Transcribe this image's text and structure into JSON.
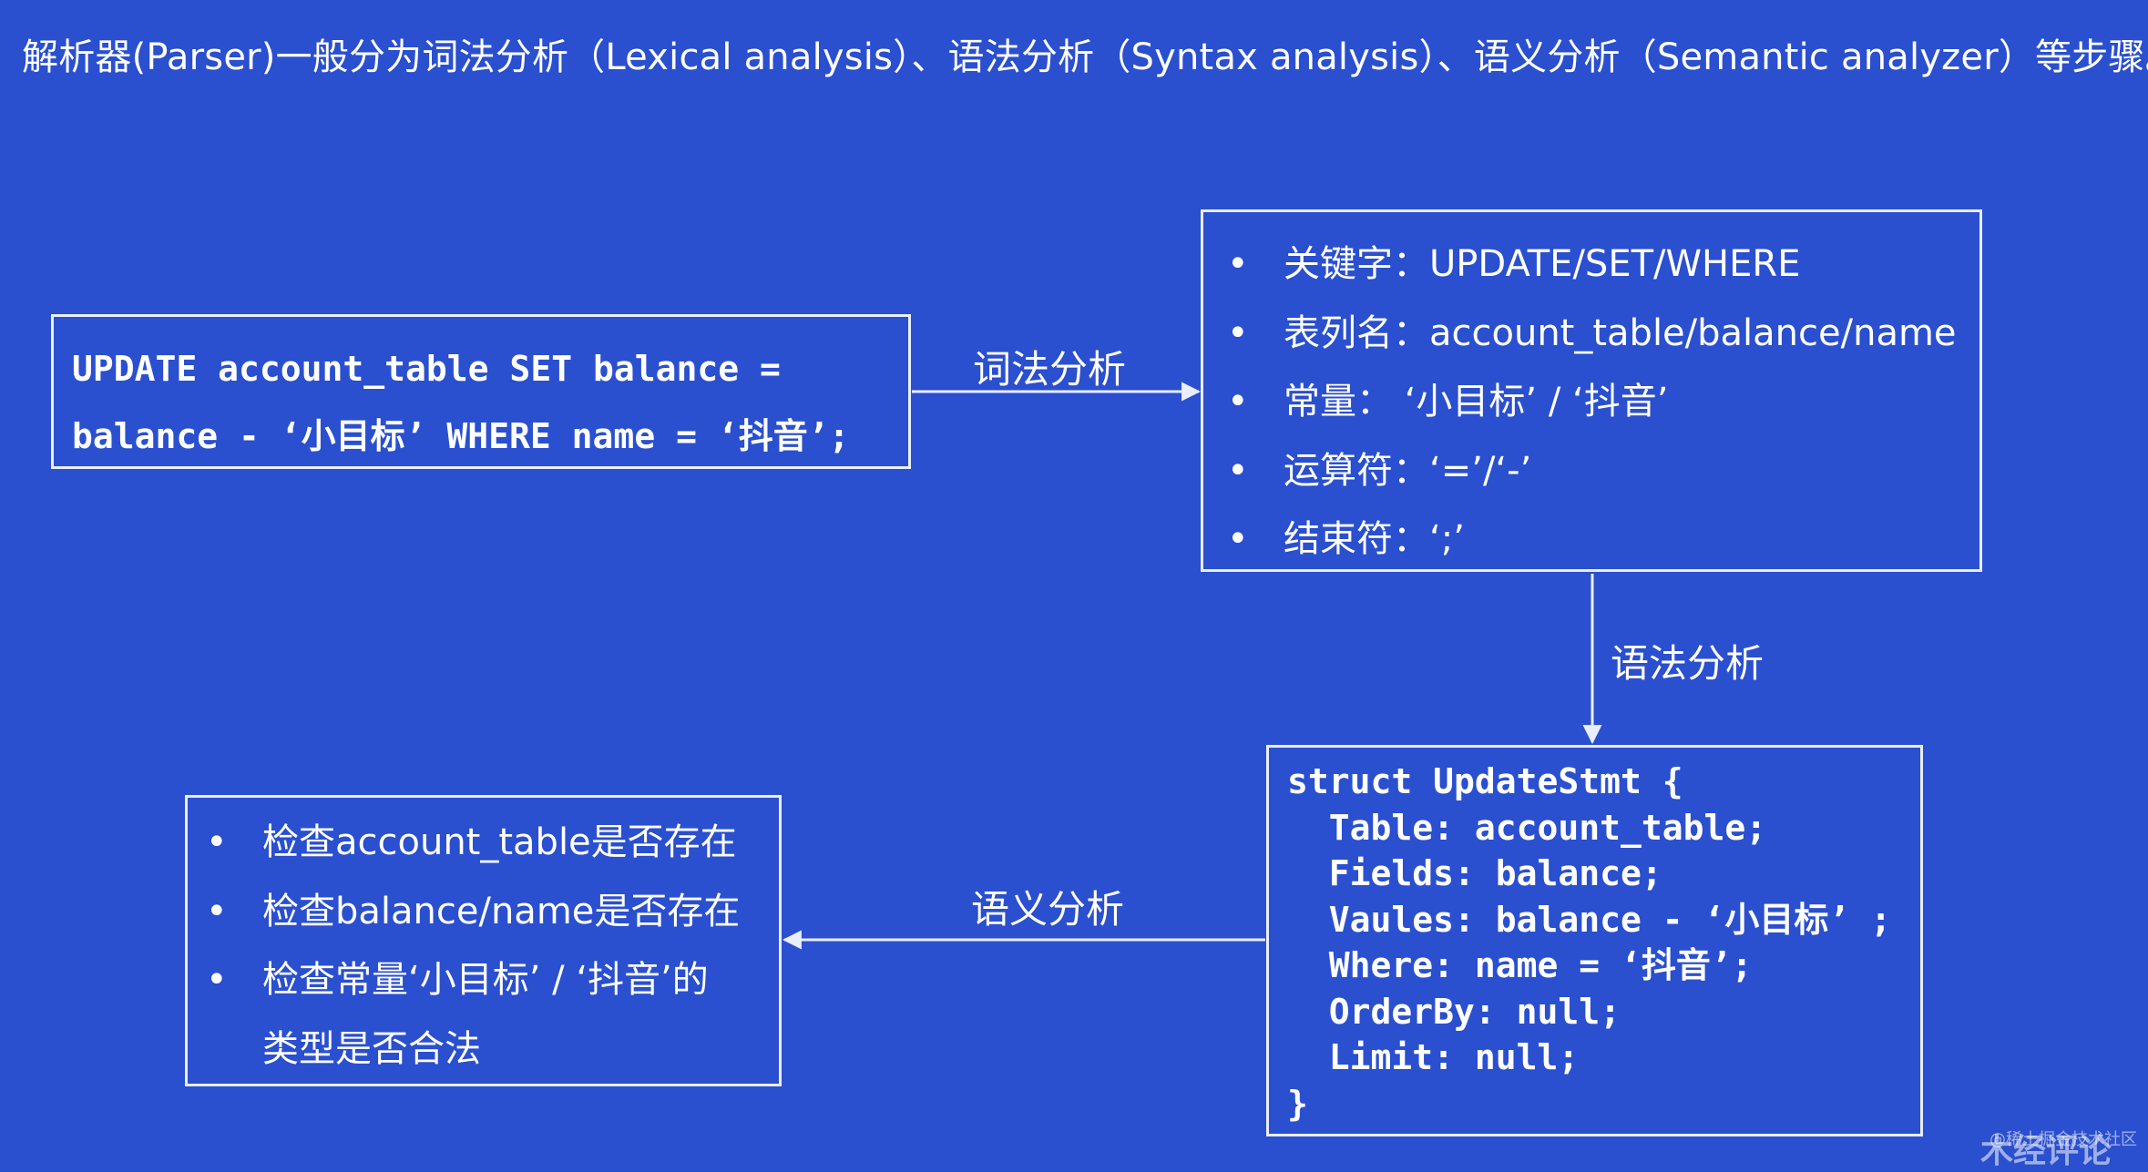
{
  "title": "解析器(Parser)一般分为词法分析（Lexical analysis）、语法分析（Syntax analysis）、语义分析（Semantic analyzer）等步骤。",
  "sql_box": {
    "lines": [
      "UPDATE account_table SET balance =",
      "balance - ‘小目标’ WHERE name = ‘抖音’;"
    ]
  },
  "tokens_box": {
    "items": [
      "关键字：UPDATE/SET/WHERE",
      "表列名：account_table/balance/name",
      "常量：  ‘小目标’ / ‘抖音’",
      "运算符：‘=’/‘-’",
      "结束符：‘;’"
    ]
  },
  "ast_box": {
    "lines": [
      "struct UpdateStmt {",
      "  Table: account_table;",
      "  Fields: balance;",
      "  Vaules: balance - ‘小目标’ ;",
      "  Where: name = ‘抖音’;",
      "  OrderBy: null;",
      "  Limit: null;",
      "}"
    ]
  },
  "semantic_box": {
    "items": [
      "检查account_table是否存在",
      "检查balance/name是否存在",
      "检查常量‘小目标’ / ‘抖音’的",
      "类型是否合法"
    ]
  },
  "edges": {
    "lexical": "词法分析",
    "syntax": "语法分析",
    "semantic": "语义分析"
  },
  "watermark": "@稀土掘金技术社区",
  "cut_text": "木经评论"
}
